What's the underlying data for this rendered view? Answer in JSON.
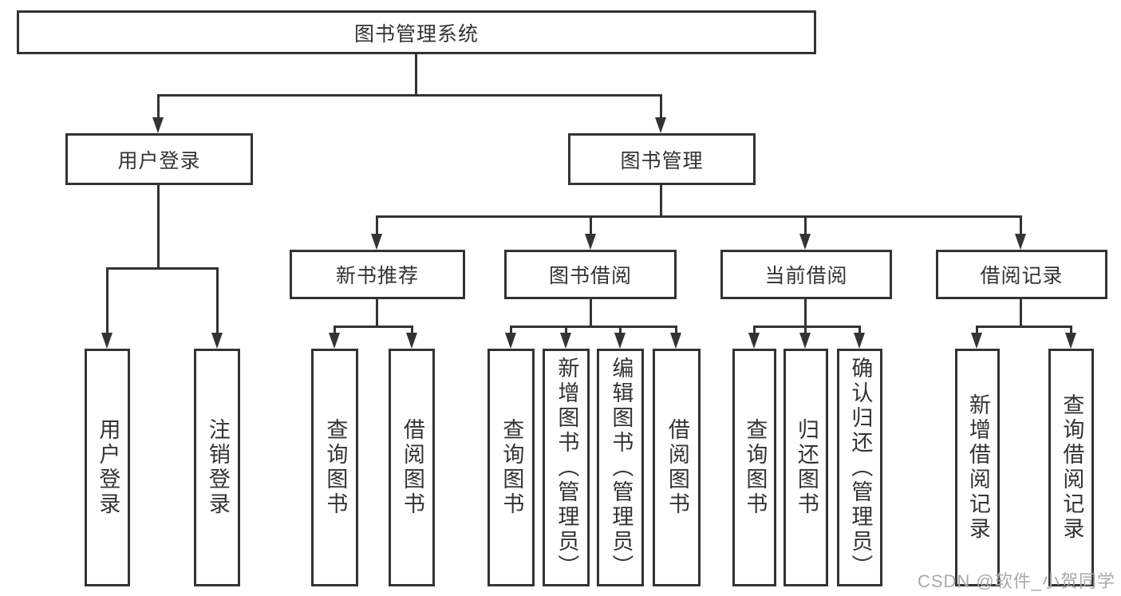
{
  "diagram": {
    "root": {
      "label": "图书管理系统"
    },
    "level2": [
      {
        "label": "用户登录"
      },
      {
        "label": "图书管理"
      }
    ],
    "level3": [
      {
        "label": "新书推荐"
      },
      {
        "label": "图书借阅"
      },
      {
        "label": "当前借阅"
      },
      {
        "label": "借阅记录"
      }
    ],
    "leaves": [
      {
        "label": "用户登录"
      },
      {
        "label": "注销登录"
      },
      {
        "label": "查询图书"
      },
      {
        "label": "借阅图书"
      },
      {
        "label": "查询图书"
      },
      {
        "label": "新增图书（管理员）"
      },
      {
        "label": "编辑图书（管理员）"
      },
      {
        "label": "借阅图书"
      },
      {
        "label": "查询图书"
      },
      {
        "label": "归还图书"
      },
      {
        "label": "确认归还（管理员）"
      },
      {
        "label": "新增借阅记录"
      },
      {
        "label": "查询借阅记录"
      }
    ]
  },
  "watermark": {
    "text": "CSDN @软件_小贺同学"
  },
  "colors": {
    "line": "#333333",
    "box_border": "#333333",
    "text": "#333333",
    "watermark": "#a9a9a9",
    "background": "#ffffff"
  }
}
